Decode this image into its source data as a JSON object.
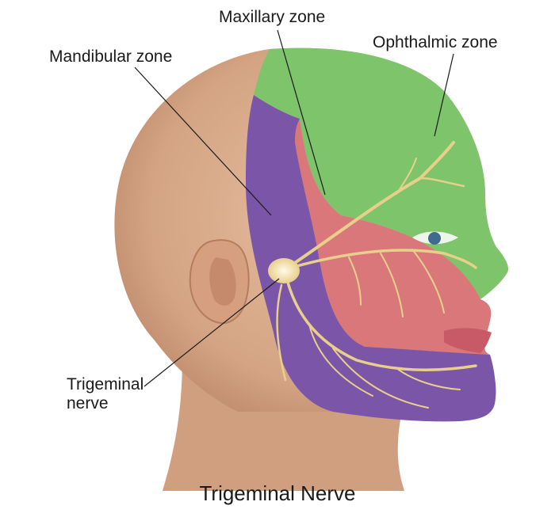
{
  "title": "Trigeminal Nerve",
  "labels": {
    "mandibular": "Mandibular zone",
    "maxillary": "Maxillary zone",
    "ophthalmic": "Ophthalmic zone",
    "trigeminal_line1": "Trigeminal",
    "trigeminal_line2": "nerve"
  },
  "colors": {
    "skin": "#d9ac8c",
    "ophthalmic_zone": "#7ec46a",
    "maxillary_zone": "#d9777a",
    "mandibular_zone": "#7a55a8",
    "nerve": "#e8d08c",
    "ganglion": "#f3e5b8",
    "lips": "#c75a66"
  }
}
